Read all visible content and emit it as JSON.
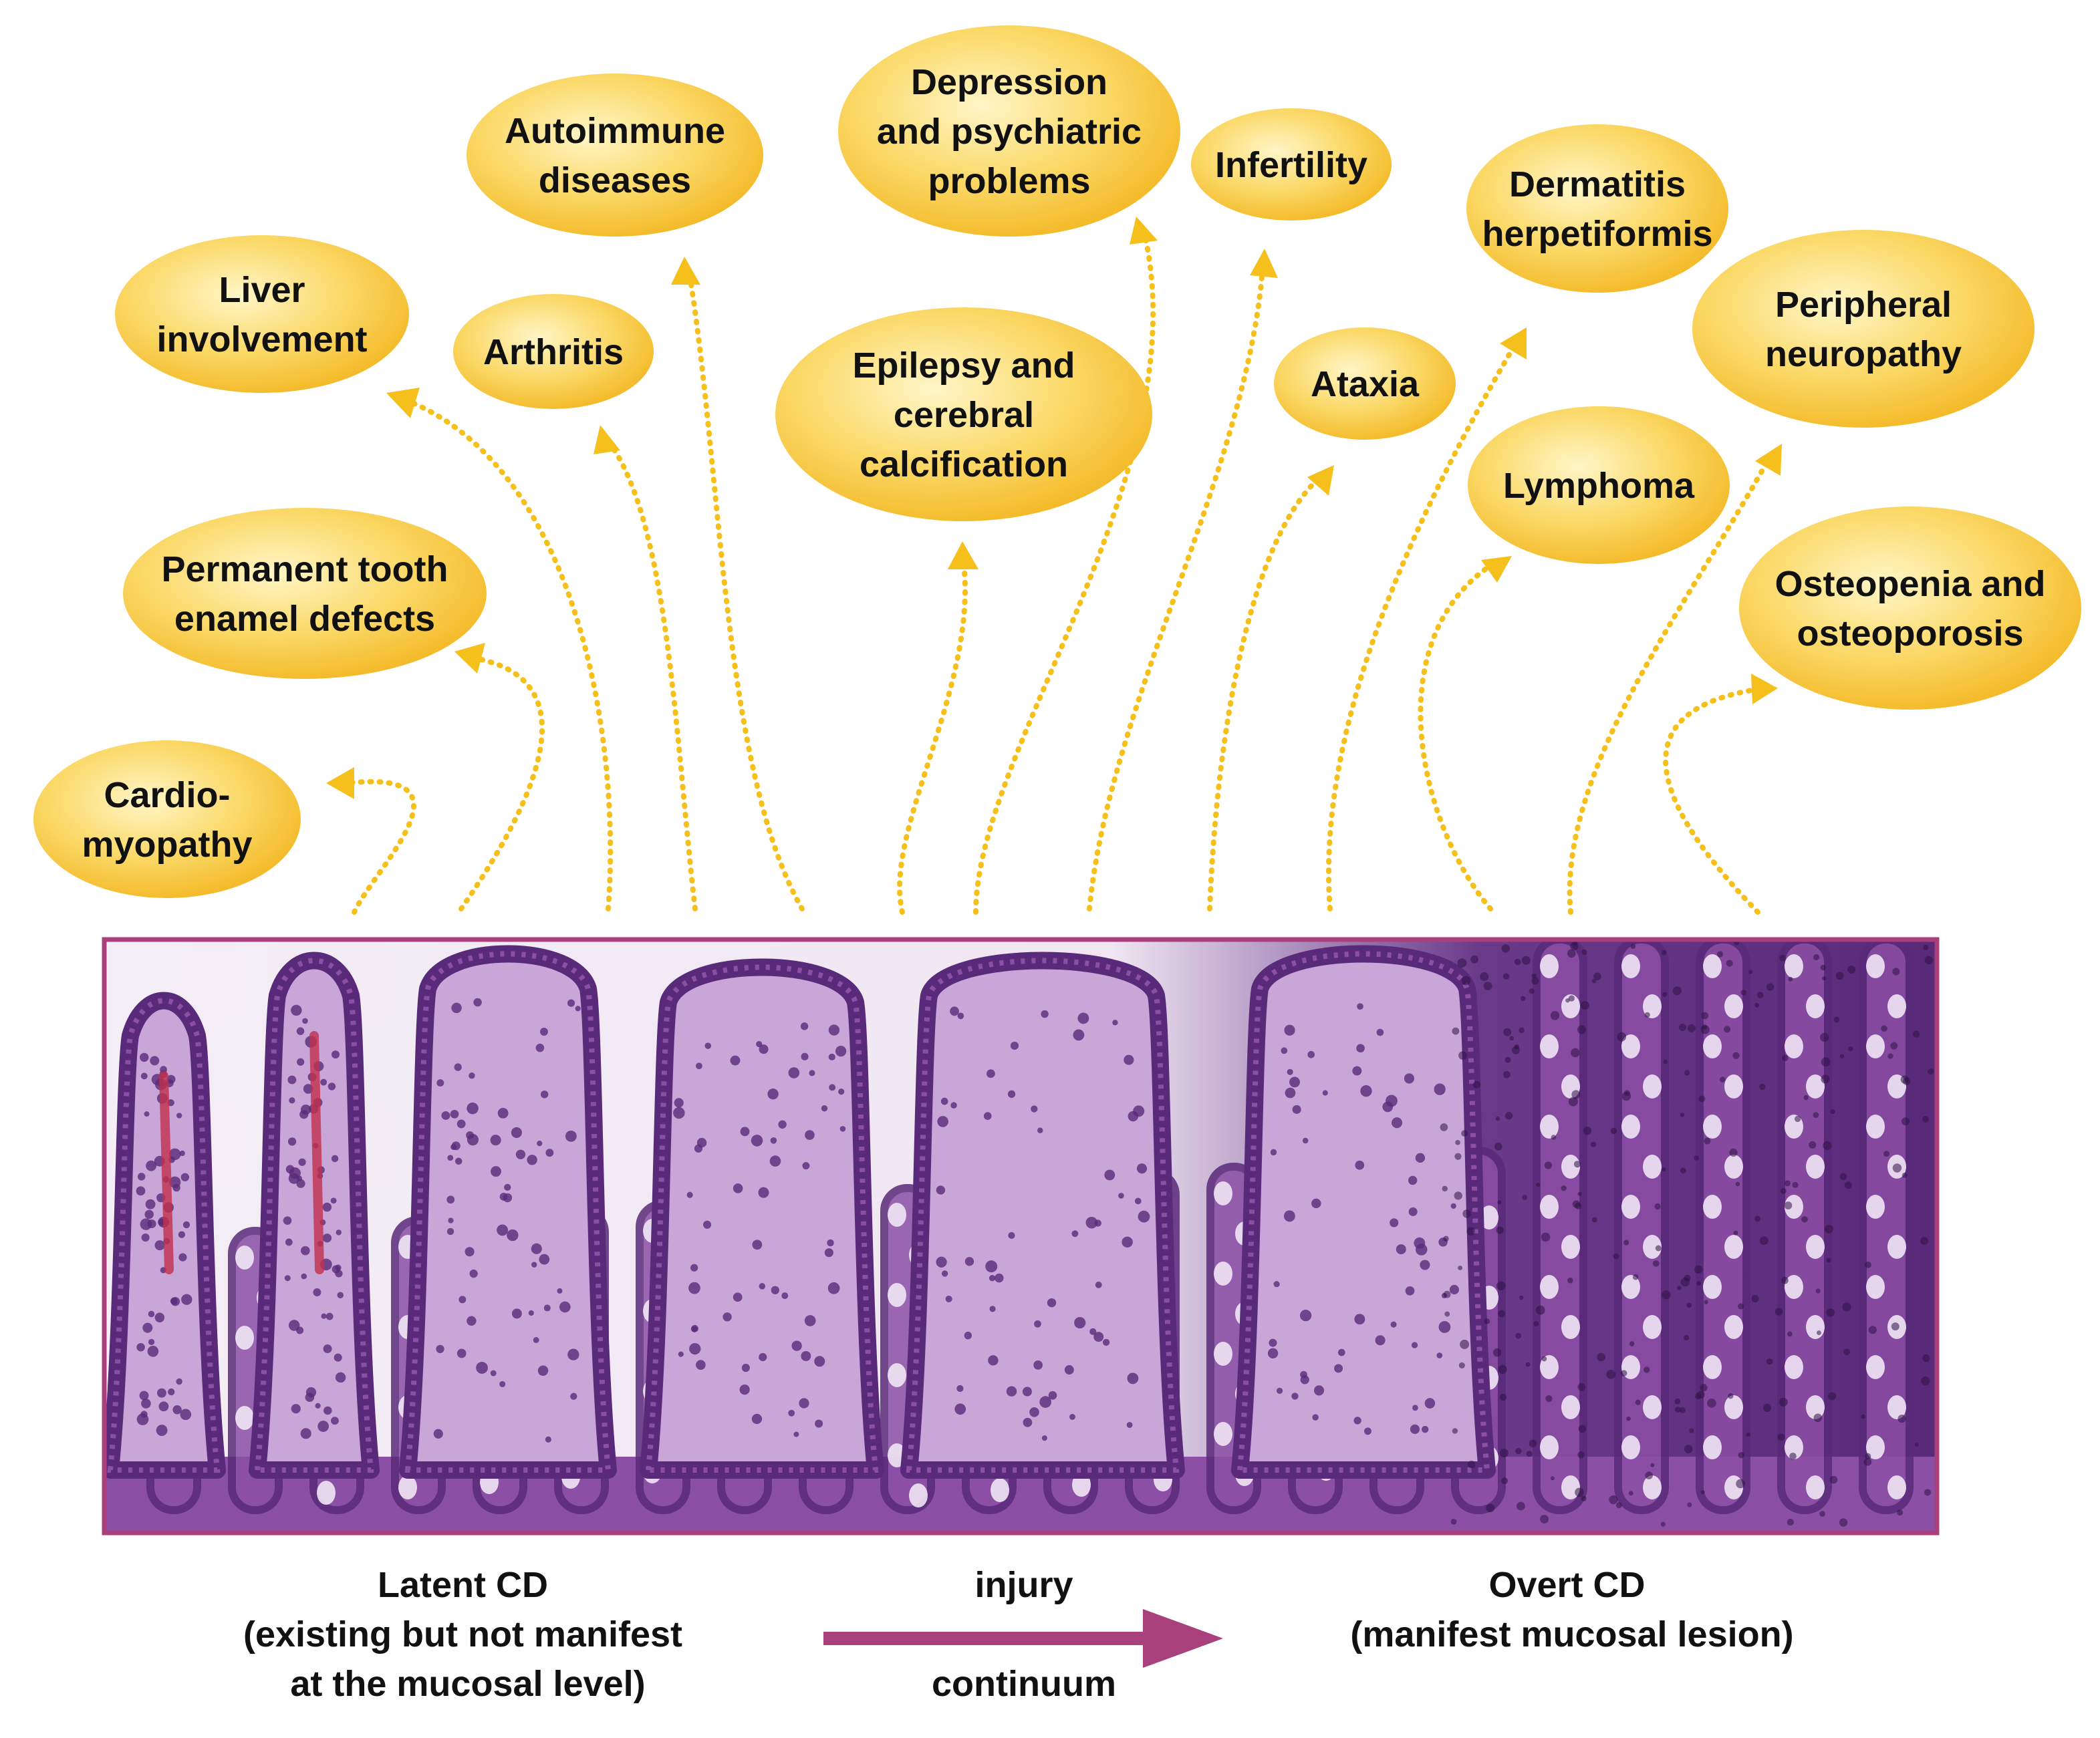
{
  "colors": {
    "bubble_inner": "#fff6c8",
    "bubble_mid": "#fbd968",
    "bubble_outer": "#f3b927",
    "arrow_dots": "#f5c01c",
    "frame": "#a8407c",
    "continuum_arrow": "#a8407c",
    "tissue_dark": "#5a2a7a",
    "tissue_mid": "#8c4fa6",
    "tissue_light": "#c9a6d8",
    "goblet": "#efe6f5",
    "erythrocyte": "#c2304a",
    "background": "#ffffff"
  },
  "manifestations": [
    {
      "id": "cardiomyopathy",
      "lines": [
        "Cardio-",
        "myopathy"
      ]
    },
    {
      "id": "enamel-defects",
      "lines": [
        "Permanent tooth",
        "enamel defects"
      ]
    },
    {
      "id": "liver",
      "lines": [
        "Liver",
        "involvement"
      ]
    },
    {
      "id": "arthritis",
      "lines": [
        "Arthritis"
      ]
    },
    {
      "id": "autoimmune",
      "lines": [
        "Autoimmune",
        "diseases"
      ]
    },
    {
      "id": "epilepsy",
      "lines": [
        "Epilepsy and",
        "cerebral",
        "calcification"
      ]
    },
    {
      "id": "depression",
      "lines": [
        "Depression",
        "and psychiatric",
        "problems"
      ]
    },
    {
      "id": "infertility",
      "lines": [
        "Infertility"
      ]
    },
    {
      "id": "ataxia",
      "lines": [
        "Ataxia"
      ]
    },
    {
      "id": "dermatitis",
      "lines": [
        "Dermatitis",
        "herpetiformis"
      ]
    },
    {
      "id": "lymphoma",
      "lines": [
        "Lymphoma"
      ]
    },
    {
      "id": "neuropathy",
      "lines": [
        "Peripheral",
        "neuropathy"
      ]
    },
    {
      "id": "osteopenia",
      "lines": [
        "Osteopenia and",
        "osteoporosis"
      ]
    }
  ],
  "histology": {
    "stages": [
      "villus-normal",
      "villus-broadened",
      "villus-blunted",
      "villus-flattened",
      "villus-atrophic"
    ]
  },
  "captions": {
    "latent": [
      "Latent CD",
      "(existing but not manifest",
      "at the mucosal level)"
    ],
    "injury": "injury",
    "continuum": "continuum",
    "overt": [
      "Overt CD",
      "(manifest mucosal lesion)"
    ]
  }
}
